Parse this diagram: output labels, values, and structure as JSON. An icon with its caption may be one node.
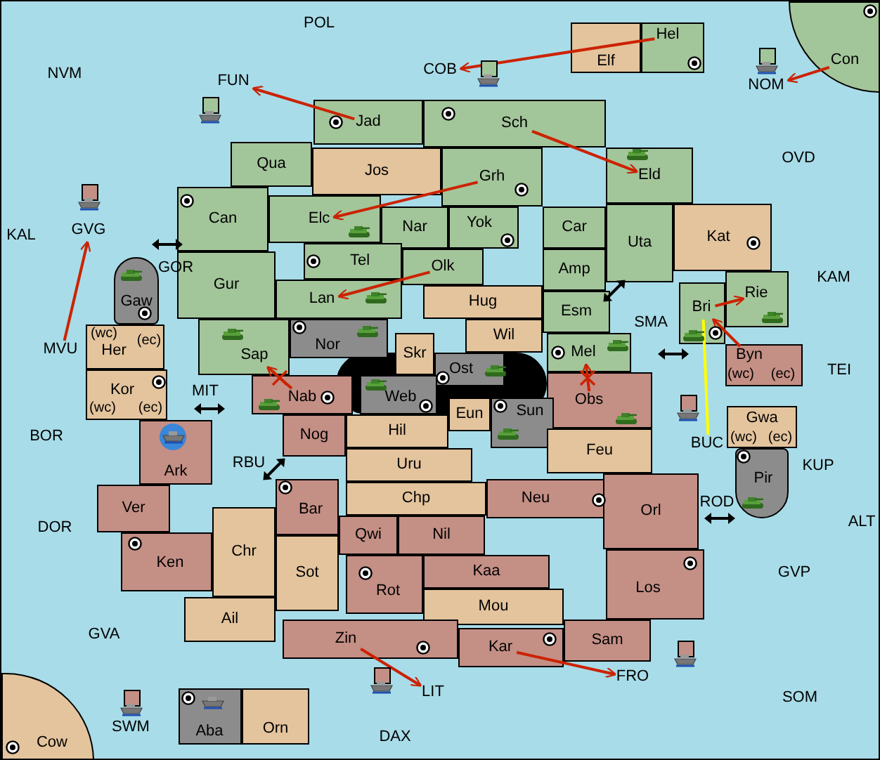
{
  "diagram": {
    "nodes": [
      {
        "text": [
          "POL"
        ]
      },
      {
        "text": [
          "Elf"
        ]
      },
      {
        "text": [
          "Hel"
        ]
      },
      {
        "text": [
          "Con"
        ]
      },
      {
        "text": [
          "NVM"
        ]
      },
      {
        "text": [
          "FUN"
        ]
      },
      {
        "text": [
          "COB"
        ]
      },
      {
        "text": [
          "NOM"
        ]
      },
      {
        "text": [
          "Jad"
        ]
      },
      {
        "text": [
          "Sch"
        ]
      },
      {
        "text": [
          "OVD"
        ]
      },
      {
        "text": [
          "Qua"
        ]
      },
      {
        "text": [
          "Jos"
        ]
      },
      {
        "text": [
          "Grh"
        ]
      },
      {
        "text": [
          "Eld"
        ]
      },
      {
        "text": [
          "Can"
        ]
      },
      {
        "text": [
          "Elc"
        ]
      },
      {
        "text": [
          "Nar"
        ]
      },
      {
        "text": [
          "Yok"
        ]
      },
      {
        "text": [
          "Car"
        ]
      },
      {
        "text": [
          "Uta"
        ]
      },
      {
        "text": [
          "Kat"
        ]
      },
      {
        "text": [
          "GVG"
        ]
      },
      {
        "text": [
          "KAL"
        ]
      },
      {
        "text": [
          "Amp"
        ]
      },
      {
        "text": [
          "Tel"
        ]
      },
      {
        "text": [
          "Olk"
        ]
      },
      {
        "text": [
          "GOR"
        ]
      },
      {
        "text": [
          "Gaw"
        ]
      },
      {
        "text": [
          "Gur"
        ]
      },
      {
        "text": [
          "Lan"
        ]
      },
      {
        "text": [
          "Hug"
        ]
      },
      {
        "text": [
          "KAM"
        ]
      },
      {
        "text": [
          "Rie"
        ]
      },
      {
        "text": [
          "Bri"
        ]
      },
      {
        "text": [
          "SMA"
        ]
      },
      {
        "text": [
          "Esm"
        ]
      },
      {
        "text": [
          "Wil"
        ]
      },
      {
        "text": [
          "MVU"
        ]
      },
      {
        "text": [
          "Her"
        ],
        "beside": [
          "(wc)",
          "(ec)"
        ]
      },
      {
        "text": [
          "Nor"
        ]
      },
      {
        "text": [
          "Sap"
        ]
      },
      {
        "text": [
          "Skr"
        ]
      },
      {
        "text": [
          "Ost"
        ]
      },
      {
        "text": [
          "Mel"
        ]
      },
      {
        "text": [
          "TEI"
        ]
      },
      {
        "text": [
          "Byn"
        ],
        "beside": [
          "(wc)",
          "(ec)"
        ]
      },
      {
        "text": [
          "MIT"
        ]
      },
      {
        "text": [
          "Kor"
        ],
        "beside": [
          "(ec)",
          "(wc)"
        ]
      },
      {
        "text": [
          "Web"
        ]
      },
      {
        "text": [
          "Nab"
        ]
      },
      {
        "text": [
          "Obs"
        ]
      },
      {
        "text": [
          "BOR"
        ]
      },
      {
        "text": [
          "Eun"
        ]
      },
      {
        "text": [
          "Sun"
        ]
      },
      {
        "text": [
          "Hil"
        ]
      },
      {
        "text": [
          "Nog"
        ]
      },
      {
        "text": [
          "Ark"
        ]
      },
      {
        "text": [
          "Gwa"
        ],
        "beside": [
          "(wc)",
          "(ec)"
        ]
      },
      {
        "text": [
          "BUC"
        ]
      },
      {
        "text": [
          "RBU"
        ]
      },
      {
        "text": [
          "Uru"
        ]
      },
      {
        "text": [
          "Feu"
        ]
      },
      {
        "text": [
          "Pir"
        ]
      },
      {
        "text": [
          "KUP"
        ]
      },
      {
        "text": [
          "Ver"
        ]
      },
      {
        "text": [
          "Chp"
        ]
      },
      {
        "text": [
          "Neu"
        ]
      },
      {
        "text": [
          "ROD"
        ]
      },
      {
        "text": [
          "Orl"
        ]
      },
      {
        "text": [
          "ALT"
        ]
      },
      {
        "text": [
          "DOR"
        ]
      },
      {
        "text": [
          "Bar"
        ]
      },
      {
        "text": [
          "Qwi"
        ]
      },
      {
        "text": [
          "Nil"
        ]
      },
      {
        "text": [
          "Chr"
        ]
      },
      {
        "text": [
          "Ken"
        ]
      },
      {
        "text": [
          "Kaa"
        ]
      },
      {
        "text": [
          "GVP"
        ]
      },
      {
        "text": [
          "Sot"
        ]
      },
      {
        "text": [
          "Rot"
        ]
      },
      {
        "text": [
          "Los"
        ]
      },
      {
        "text": [
          "Mou"
        ]
      },
      {
        "text": [
          "Ail"
        ]
      },
      {
        "text": [
          "GVA"
        ]
      },
      {
        "text": [
          "Sam"
        ]
      },
      {
        "text": [
          "Zin"
        ]
      },
      {
        "text": [
          "Kar"
        ]
      },
      {
        "text": [
          "FRO"
        ]
      },
      {
        "text": [
          "LIT"
        ]
      },
      {
        "text": [
          "SOM"
        ]
      },
      {
        "text": [
          "SWM"
        ]
      },
      {
        "text": [
          "Aba"
        ]
      },
      {
        "text": [
          "Orn"
        ]
      },
      {
        "text": [
          "DAX"
        ]
      },
      {
        "text": [
          "Cow"
        ]
      }
    ],
    "edges": [
      {
        "from": 8,
        "to": 5,
        "arrow": "to"
      },
      {
        "from": 2,
        "to": 6,
        "arrow": "to"
      },
      {
        "from": 3,
        "to": 7,
        "arrow": "to"
      },
      {
        "from": 9,
        "to": 14,
        "arrow": "to"
      },
      {
        "from": 13,
        "to": 16,
        "arrow": "to"
      },
      {
        "from": 26,
        "to": 30,
        "arrow": "to"
      },
      {
        "from": 38,
        "to": 22,
        "arrow": "to"
      },
      {
        "from": 50,
        "to": 41,
        "arrow": "to"
      },
      {
        "from": 51,
        "to": 44,
        "arrow": "to"
      },
      {
        "from": 34,
        "to": 33,
        "arrow": "to"
      },
      {
        "from": 46,
        "to": 34,
        "arrow": "to"
      },
      {
        "from": 59,
        "to": 34,
        "arrow": "none",
        "color": "#ffff00"
      },
      {
        "from": 86,
        "to": 89,
        "arrow": "to"
      },
      {
        "from": 87,
        "to": 88,
        "arrow": "to"
      }
    ]
  }
}
